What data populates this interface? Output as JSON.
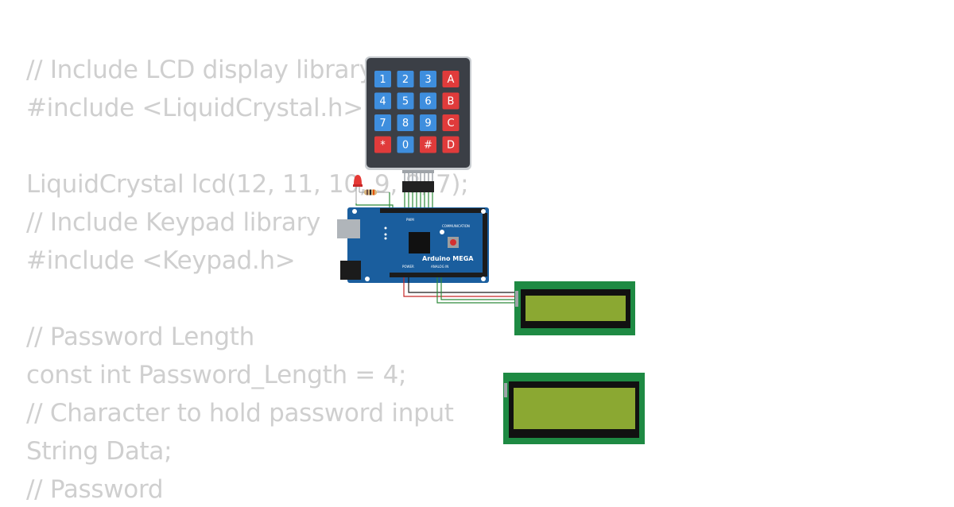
{
  "code_lines": [
    "// Include LCD display library",
    "#include <LiquidCrystal.h>",
    "",
    "LiquidCrystal lcd(12, 11, 10, 9, 8, 7);",
    "// Include Keypad library",
    "#include <Keypad.h>",
    "",
    "// Password Length",
    "const int Password_Length = 4;",
    "// Character to hold password input",
    "String Data;",
    "// Password"
  ],
  "keypad": {
    "rows": [
      [
        "1",
        "2",
        "3",
        "A"
      ],
      [
        "4",
        "5",
        "6",
        "B"
      ],
      [
        "7",
        "8",
        "9",
        "C"
      ],
      [
        "*",
        "0",
        "#",
        "D"
      ]
    ],
    "colors": {
      "digit": "#3e8ede",
      "special": "#e03b3b",
      "frame": "#3b3f46",
      "surround": "#c8ccd0"
    }
  },
  "board": {
    "name": "Arduino MEGA",
    "labels": {
      "power": "POWER",
      "analog": "ANALOG IN",
      "comm": "COMMUNICATION",
      "pwm": "PWM"
    },
    "color": "#1a5e9e"
  },
  "lcd": {
    "pcb_color": "#1e8a43",
    "screen_color": "#8ba832",
    "bezel_color": "#111111"
  },
  "led": {
    "color": "#e53935"
  }
}
